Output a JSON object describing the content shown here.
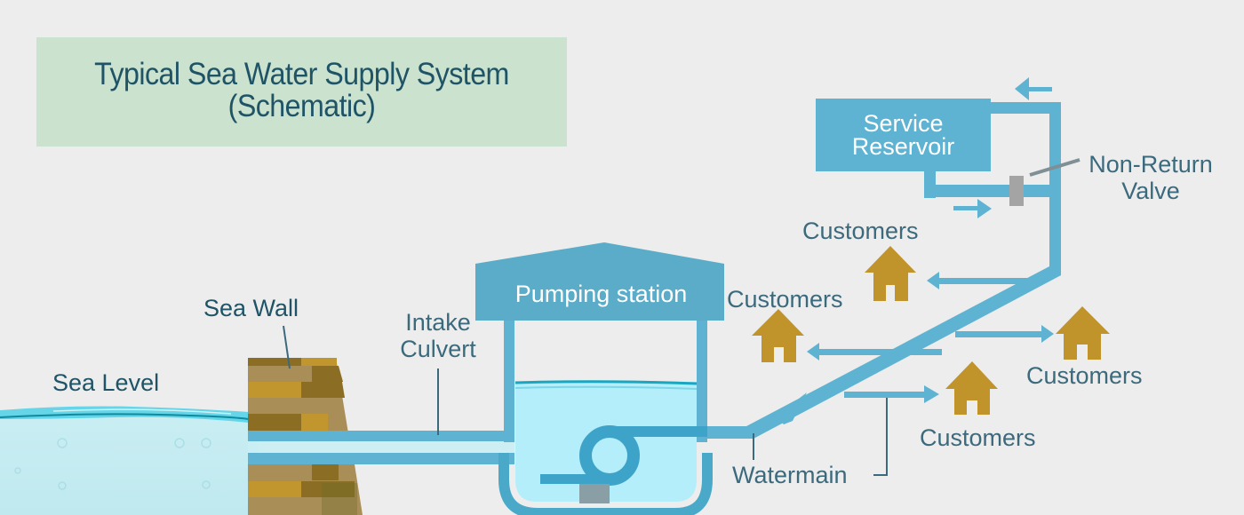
{
  "title": {
    "line1": "Typical Sea Water Supply System",
    "line2": "(Schematic)"
  },
  "labels": {
    "sea_level": "Sea Level",
    "sea_wall": "Sea Wall",
    "intake_culvert_1": "Intake",
    "intake_culvert_2": "Culvert",
    "pumping_station": "Pumping station",
    "service_reservoir_1": "Service",
    "service_reservoir_2": "Reservoir",
    "non_return_valve_1": "Non-Return",
    "non_return_valve_2": "Valve",
    "watermain": "Watermain",
    "customers": [
      "Customers",
      "Customers",
      "Customers",
      "Customers"
    ]
  },
  "colors": {
    "background": "#ededed",
    "title_box": "#cbe2ce",
    "title_text": "#1f5366",
    "label_text": "#3c6a7d",
    "pipe": "#5db3d1",
    "house": "#c1942b",
    "valve": "#a4a4a4",
    "sea": "#c7eef3",
    "tank_water": "#b3eefa",
    "wall_light": "#a98e57",
    "wall_mid": "#c1962f",
    "wall_dark": "#8b6e23"
  }
}
